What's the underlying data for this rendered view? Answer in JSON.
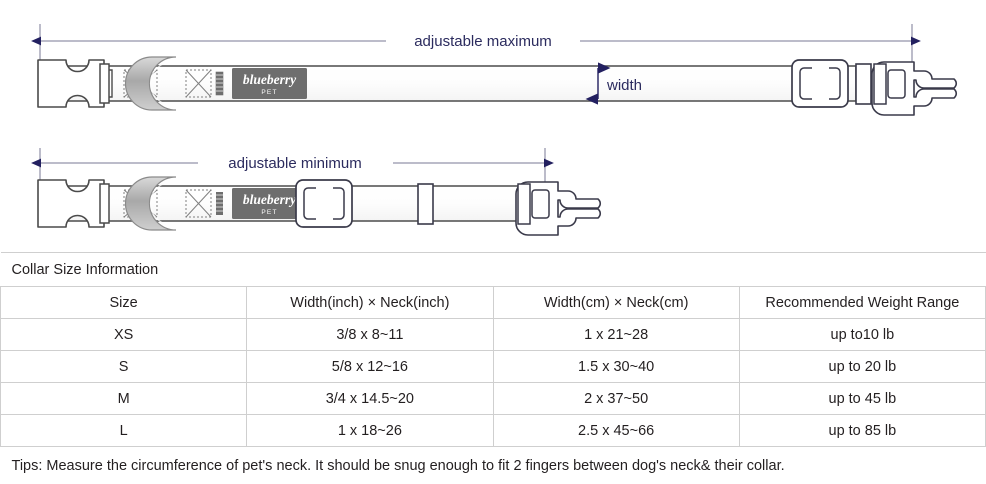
{
  "diagram": {
    "labels": {
      "adjustable_maximum": "adjustable maximum",
      "adjustable_minimum": "adjustable minimum",
      "width": "width"
    },
    "brand": {
      "name": "blueberry",
      "sub": "PET"
    },
    "colors": {
      "dimension_line": "#7a7a96",
      "dimension_text": "#2b2b5e",
      "arrow": "#232060",
      "strap_outline": "#4a4a4a",
      "hardware_outline": "#3a3a4a",
      "label_fill": "#6e6e6e"
    },
    "parts": [
      "buckle-female",
      "d-ring",
      "brand-label",
      "strap",
      "slider-adjuster",
      "keeper-loop",
      "buckle-male"
    ]
  },
  "table": {
    "title": "Collar Size Information",
    "headers": [
      "Size",
      "Width(inch)  ×  Neck(inch)",
      "Width(cm)  ×  Neck(cm)",
      "Recommended Weight Range"
    ],
    "rows": [
      {
        "size": "XS",
        "inch": "3/8 x 8~11",
        "cm": "1 x 21~28",
        "weight": "up to10 lb"
      },
      {
        "size": "S",
        "inch": "5/8 x 12~16",
        "cm": "1.5 x 30~40",
        "weight": "up to 20 lb"
      },
      {
        "size": "M",
        "inch": "3/4 x 14.5~20",
        "cm": "2 x 37~50",
        "weight": "up to 45 lb"
      },
      {
        "size": "L",
        "inch": "1 x 18~26",
        "cm": "2.5 x 45~66",
        "weight": "up to 85 lb"
      }
    ],
    "tips": "Tips: Measure the circumference of pet's neck. It should be snug enough to fit 2 fingers between dog's neck& their collar."
  }
}
